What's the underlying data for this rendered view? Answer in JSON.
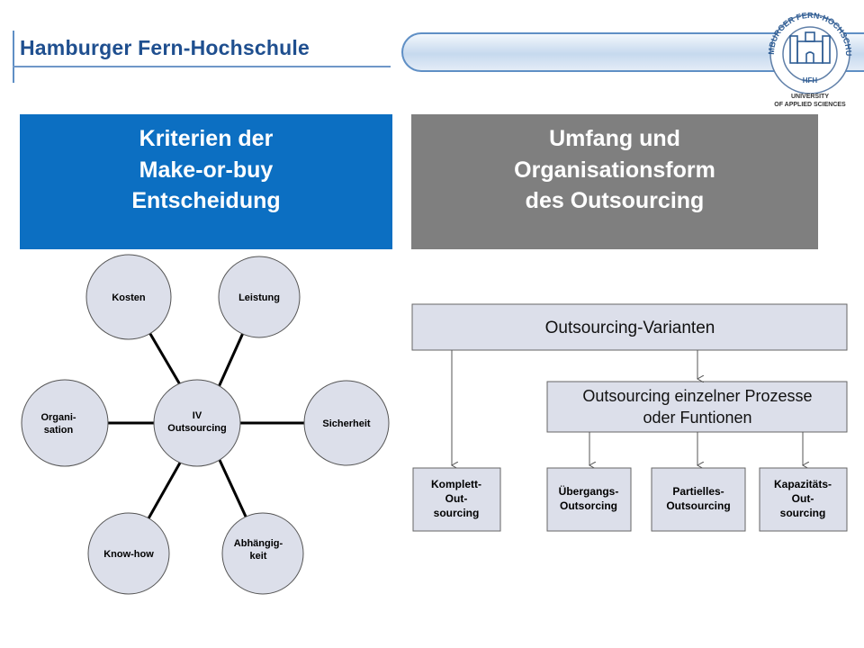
{
  "header": {
    "brand_title": "Hamburger Fern-Hochschule",
    "logo": {
      "ring_text": "HAMBURGER FERN-HOCHSCHULE",
      "abbrev": "HFH",
      "line1": "UNIVERSITY",
      "line2": "OF APPLIED SCIENCES"
    }
  },
  "left_panel": {
    "lines": [
      "Kriterien der",
      "Make-or-buy",
      "Entscheidung"
    ],
    "color": "#0c6fc2"
  },
  "right_panel": {
    "lines": [
      "Umfang und",
      "Organisationsform",
      "des Outsourcing"
    ],
    "color": "#7f7f7f"
  },
  "criteria_diagram": {
    "center": [
      "IV",
      "Outsourcing"
    ],
    "nodes": {
      "kosten": [
        "Kosten"
      ],
      "leistung": [
        "Leistung"
      ],
      "organisation": [
        "Organi-",
        "sation"
      ],
      "sicherheit": [
        "Sicherheit"
      ],
      "knowhow": [
        "Know-how"
      ],
      "abhaengigkeit": [
        "Abhängig-",
        "keit"
      ]
    }
  },
  "variants_diagram": {
    "root": "Outsourcing-Varianten",
    "middle": [
      "Outsourcing einzelner Prozesse",
      "oder Funtionen"
    ],
    "leaves": {
      "komplett": [
        "Komplett-",
        "Out-",
        "sourcing"
      ],
      "uebergang": [
        "Übergangs-",
        "Outsorcing"
      ],
      "partiell": [
        "Partielles-",
        "Outsourcing"
      ],
      "kapazitaet": [
        "Kapazitäts-",
        "Out-",
        "sourcing"
      ]
    }
  }
}
